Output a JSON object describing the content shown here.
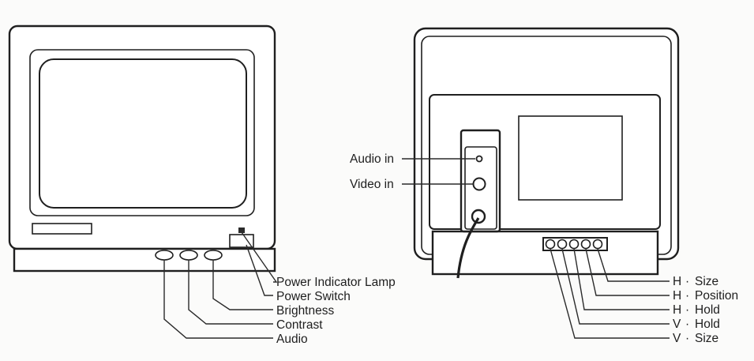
{
  "front_view": {
    "callouts": [
      "Power Indicator Lamp",
      "Power Switch",
      "Brightness",
      "Contrast",
      "Audio"
    ]
  },
  "rear_view": {
    "jack_labels": [
      "Audio in",
      "Video in"
    ],
    "control_callouts": [
      {
        "letter": "H",
        "sep": "·",
        "name": "Size"
      },
      {
        "letter": "H",
        "sep": "·",
        "name": "Position"
      },
      {
        "letter": "H",
        "sep": "·",
        "name": "Hold"
      },
      {
        "letter": "V",
        "sep": "·",
        "name": "Hold"
      },
      {
        "letter": "V",
        "sep": "·",
        "name": "Size"
      }
    ]
  }
}
